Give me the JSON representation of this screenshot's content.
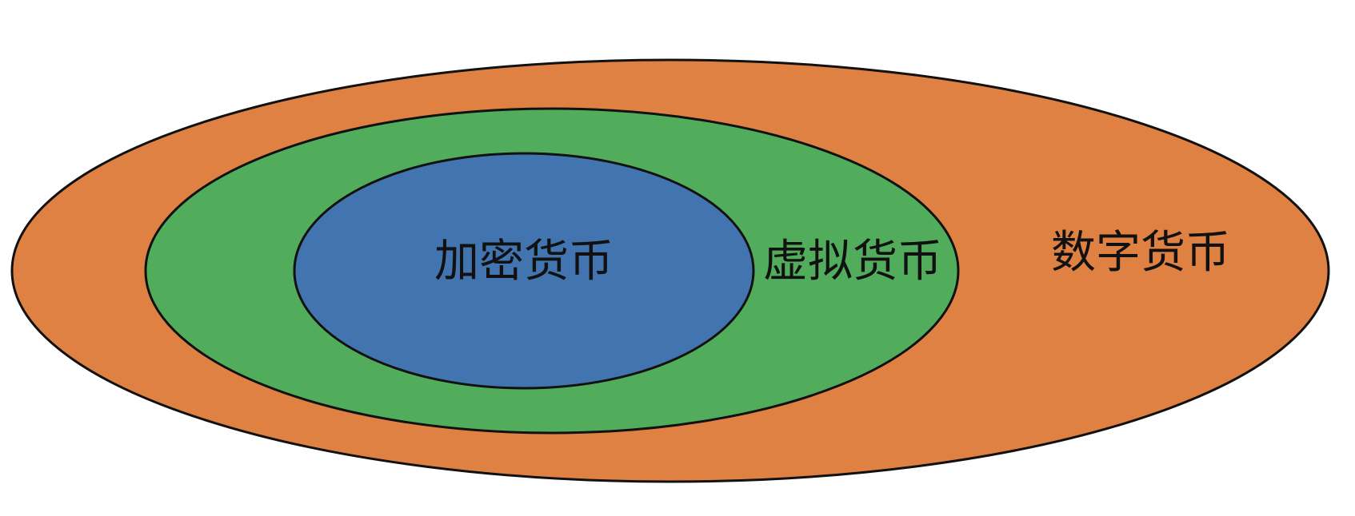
{
  "diagram": {
    "outer": {
      "label": "数字货币",
      "color": "#df8143"
    },
    "middle": {
      "label": "虚拟货币",
      "color": "#51ad5c"
    },
    "inner": {
      "label": "加密货币",
      "color": "#4274af"
    },
    "stroke_color": "#111111",
    "background": "#ffffff"
  }
}
